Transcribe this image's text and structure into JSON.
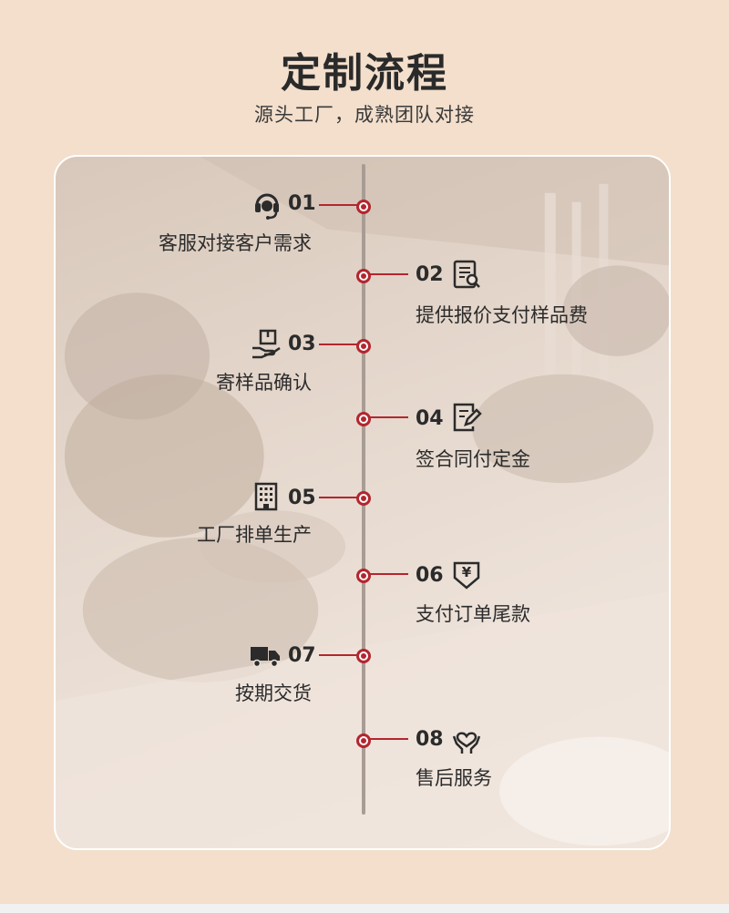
{
  "header": {
    "title": "定制流程",
    "subtitle": "源头工厂，成熟团队对接"
  },
  "steps": [
    {
      "number": "01",
      "label": "客服对接客户需求",
      "icon": "headset-icon",
      "side": "left"
    },
    {
      "number": "02",
      "label": "提供报价支付样品费",
      "icon": "quote-document-icon",
      "side": "right"
    },
    {
      "number": "03",
      "label": "寄样品确认",
      "icon": "package-hand-icon",
      "side": "left"
    },
    {
      "number": "04",
      "label": "签合同付定金",
      "icon": "contract-sign-icon",
      "side": "right"
    },
    {
      "number": "05",
      "label": "工厂排单生产",
      "icon": "factory-building-icon",
      "side": "left"
    },
    {
      "number": "06",
      "label": "支付订单尾款",
      "icon": "payment-yen-icon",
      "side": "right"
    },
    {
      "number": "07",
      "label": "按期交货",
      "icon": "delivery-truck-icon",
      "side": "left"
    },
    {
      "number": "08",
      "label": "售后服务",
      "icon": "heart-hands-icon",
      "side": "right"
    }
  ],
  "colors": {
    "accent": "#b3262f",
    "background": "#f3dfcc",
    "timeline": "#a89c94"
  }
}
